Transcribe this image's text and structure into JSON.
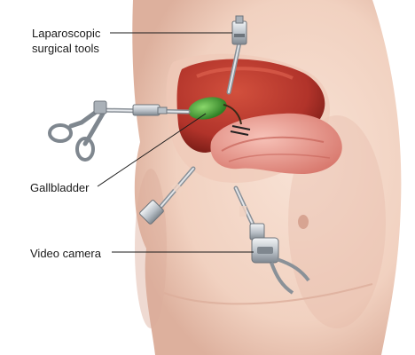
{
  "labels": {
    "tools_line1": "Laparoscopic",
    "tools_line2": "surgical tools",
    "gallbladder": "Gallbladder",
    "camera": "Video camera"
  },
  "colors": {
    "skin": "#f3d6c6",
    "skin_shadow": "#e2b5a3",
    "liver": "#b8382c",
    "liver_dark": "#7e1e18",
    "gallbladder": "#4fae3c",
    "intestine": "#e48f85",
    "steel": "#c7cdd3",
    "steel_dark": "#6d747b",
    "leader_line": "#1a1a1a"
  },
  "icons": [
    "grasper-instrument-icon",
    "trocar-port-icon",
    "video-camera-icon"
  ]
}
